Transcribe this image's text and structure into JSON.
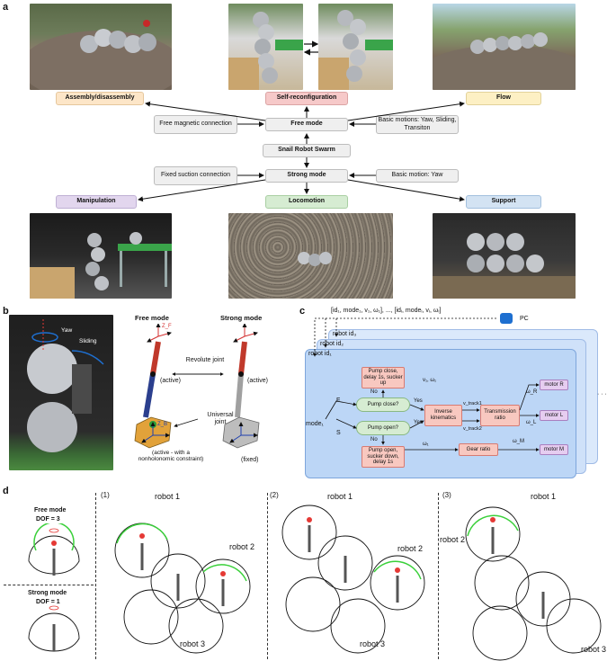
{
  "panels": {
    "a": "a",
    "b": "b",
    "c": "c",
    "d": "d"
  },
  "a": {
    "center_title": "Snail Robot Swarm",
    "free_mode": "Free mode",
    "strong_mode": "Strong mode",
    "free_magnetic": "Free magnetic connection",
    "basic_free": "Basic motions: Yaw, Sliding, Transiton",
    "fixed_suction": "Fixed suction connection",
    "basic_strong": "Basic motion: Yaw",
    "assembly": "Assembly/disassembly",
    "self_reconfig": "Self-reconfiguration",
    "flow": "Flow",
    "manipulation": "Manipulation",
    "locomotion": "Locomotion",
    "support": "Support",
    "colors": {
      "assembly": "#fde6c8",
      "self": "#f6c9c9",
      "flow": "#fdf0c4",
      "manip": "#e2d6ee",
      "loco": "#d6ecd2",
      "support": "#d3e3f3"
    }
  },
  "b": {
    "yaw": "Yaw",
    "sliding": "Sliding",
    "free_mode": "Free mode",
    "strong_mode": "Strong mode",
    "revolute": "Revolute joint",
    "active1": "(active)",
    "active2": "(active)",
    "universal": "Universal joint",
    "nonholo": "(active - with a nonholonomic constraint)",
    "fixed": "(fixed)",
    "zf": "Z_F",
    "yf": "Y_F",
    "xf": "X_F",
    "of": "O_F",
    "zb": "Z_B",
    "yb": "Y_B",
    "xb": "X_B",
    "ob": "O_B"
  },
  "c": {
    "top_cmd": "[id₁, mode₁, v₁, ω₁], ..., [idᵢ, modeᵢ, vᵢ, ωᵢ]",
    "pc": "PC",
    "robot3": "robot id₃",
    "robot2": "robot id₂",
    "robot1": "robot id₁",
    "mode": "mode₁",
    "f": "F",
    "s": "S",
    "pump_close": "Pump close?",
    "pump_open": "Pump open?",
    "close_action": "Pump close, delay 1s, sucker up",
    "open_action": "Pump open, sucker down, delay 1s",
    "no1": "No",
    "yes1": "Yes",
    "yes2": "Yes",
    "no2": "No",
    "v1w1": "v₁, ω₁",
    "inverse": "Inverse kinematics",
    "transmission": "Transmission ratio",
    "gear": "Gear ratio",
    "motor_r": "motor R",
    "motor_l": "motor L",
    "motor_m": "motor M",
    "vtrack1": "v_track1",
    "vtrack2": "v_track2",
    "omega1": "ω₁",
    "omegaR": "ω_R",
    "omegaL": "ω_L",
    "omegaM": "ω_M",
    "dots": "· · ·"
  },
  "d": {
    "free_mode": "Free mode",
    "free_dof": "DOF = 3",
    "strong_mode": "Strong mode",
    "strong_dof": "DOF = 1",
    "n1": "(1)",
    "n2": "(2)",
    "n3": "(3)",
    "robot1": "robot 1",
    "robot2": "robot 2",
    "robot3": "robot 3"
  }
}
